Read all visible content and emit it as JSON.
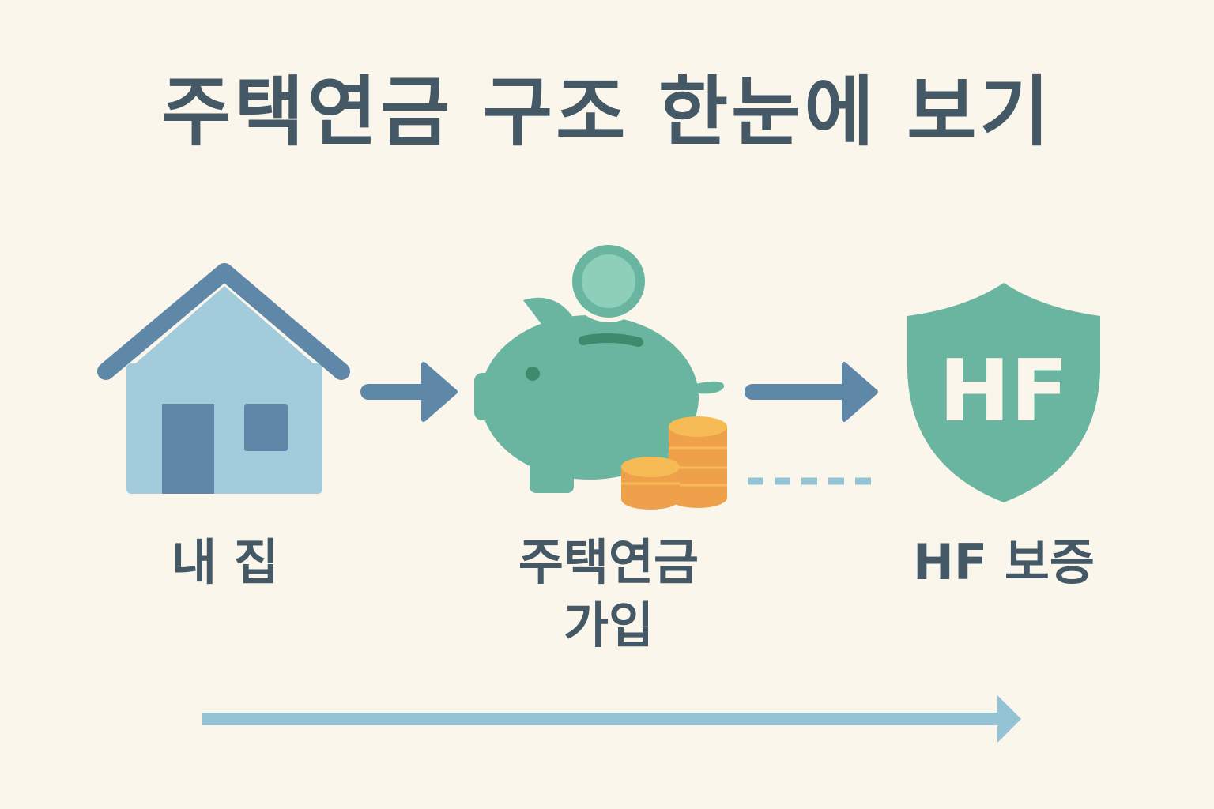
{
  "title": "주택연금 구조 한눈에 보기",
  "steps": [
    {
      "label": "내 집",
      "icon": "house-icon"
    },
    {
      "label_line1": "주택연금",
      "label_line2": "가입",
      "icon": "piggy-bank-icon"
    },
    {
      "label": "HF 보증",
      "icon": "shield-icon",
      "badge": "HF"
    }
  ],
  "colors": {
    "background": "#fbf6ec",
    "text": "#445866",
    "house": "#a2cbdb",
    "house_dark": "#5f88a8",
    "piggy": "#6ab59f",
    "coin": "#f6bb55",
    "arrow": "#5f88a8",
    "timeline": "#94c4d3"
  }
}
